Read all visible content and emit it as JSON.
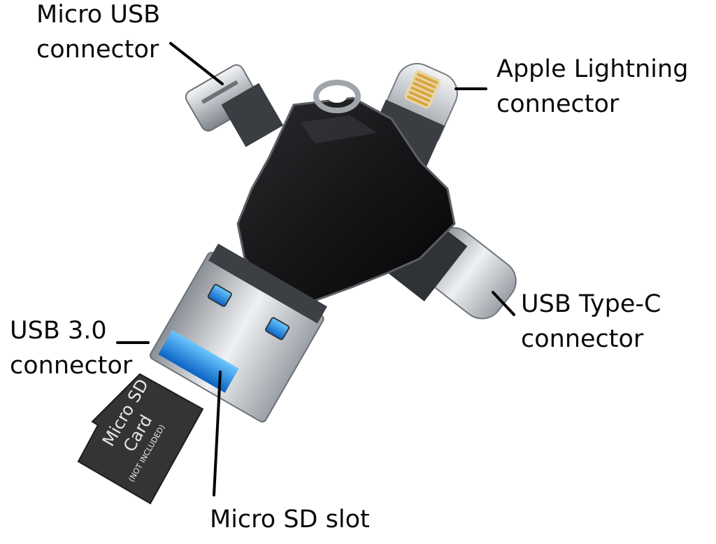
{
  "labels": {
    "micro_usb": {
      "line1": "Micro USB",
      "line2": "connector"
    },
    "lightning": {
      "line1": "Apple Lightning",
      "line2": "connector"
    },
    "usb_c": {
      "line1": "USB Type-C",
      "line2": "connector"
    },
    "usb3": {
      "line1": "USB 3.0",
      "line2": "connector"
    },
    "sd_slot": {
      "line1": "Micro SD slot"
    }
  },
  "card": {
    "line1": "Micro SD",
    "line2": "Card",
    "line3": "(NOT INCLUDED)"
  },
  "colors": {
    "body": "#1a1a1c",
    "metal": "#c9ccd0",
    "sd_slot_blue": "#1e8fe0",
    "gold_pins": "#d8a640",
    "card": "#3a3a3c",
    "leader_line": "#000000"
  }
}
